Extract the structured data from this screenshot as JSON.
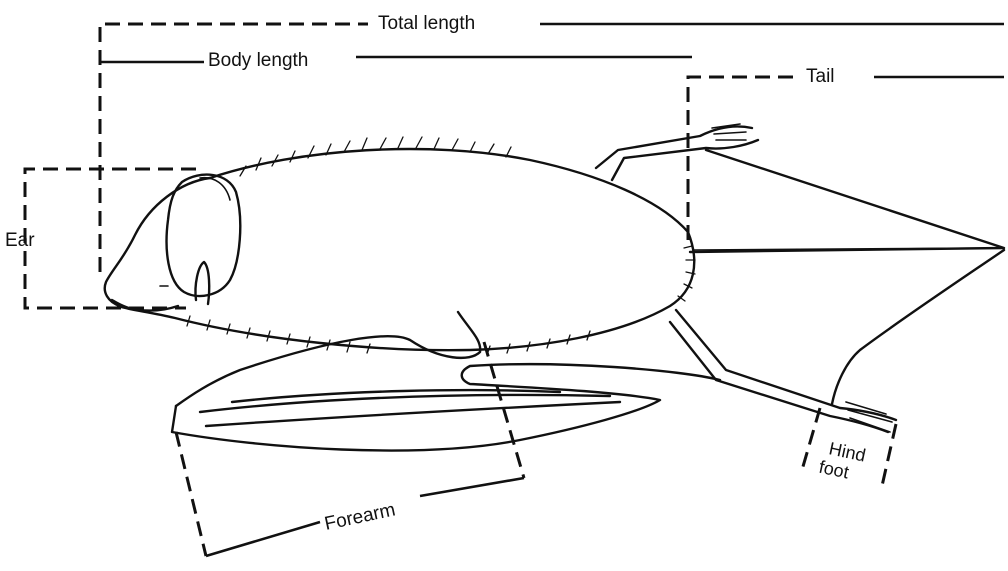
{
  "diagram": {
    "labels": {
      "total_length": "Total length",
      "body_length": "Body length",
      "tail": "Tail",
      "ear": "Ear",
      "forearm": "Forearm",
      "hind_foot_line1": "Hind",
      "hind_foot_line2": "foot"
    }
  }
}
